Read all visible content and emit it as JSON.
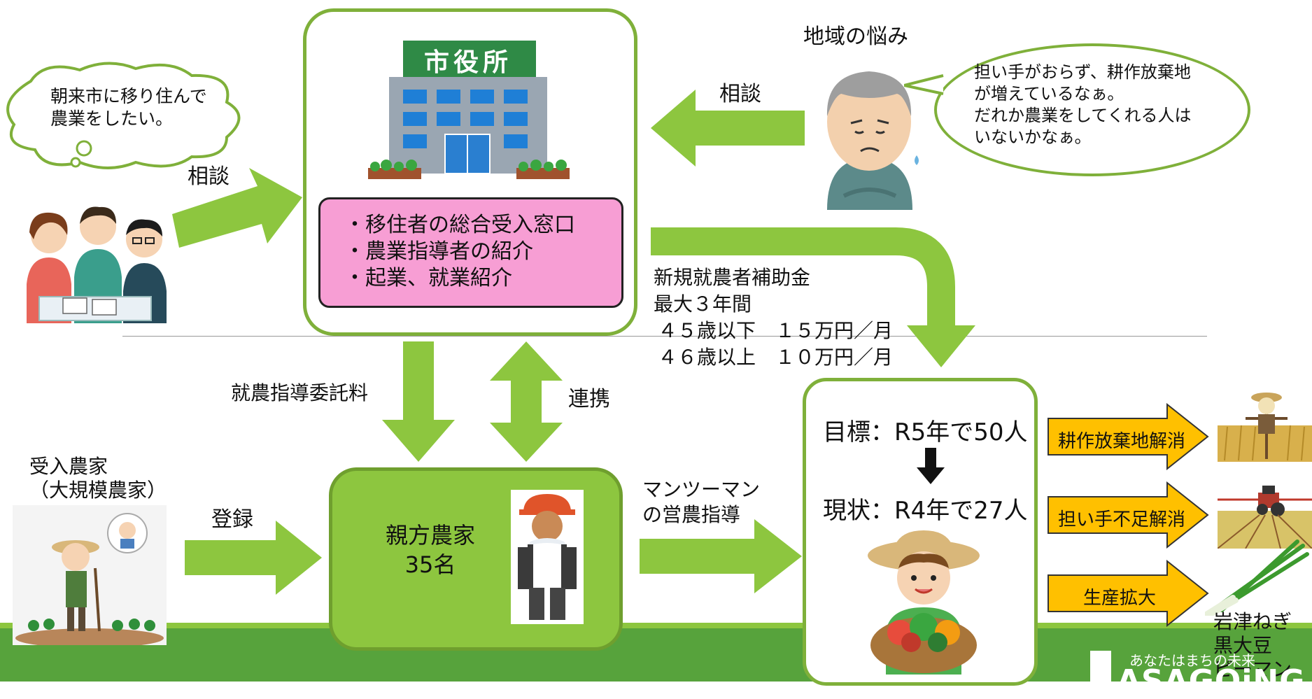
{
  "speech_newcomer": [
    "朝来市に移り住んで",
    "農業をしたい。"
  ],
  "consult_left": "相談",
  "city_office_sign": "市役所",
  "city_services": [
    "・移住者の総合受入窓口",
    "・農業指導者の紹介",
    "・起業、就業紹介"
  ],
  "regional_worry_title": "地域の悩み",
  "consult_right": "相談",
  "speech_elder": [
    "担い手がおらず、耕作放棄地",
    "が増えているなぁ。",
    "だれか農業をしてくれる人は",
    "いないかなぁ。"
  ],
  "subsidy": {
    "title": "新規就農者補助金",
    "period": "最大３年間",
    "row1": "４５歳以下　１５万円／月",
    "row2": "４６歳以上　１０万円／月"
  },
  "fee_label": "就農指導委託料",
  "cooperation_label": "連携",
  "host_farm_label": [
    "受入農家",
    "（大規模農家）"
  ],
  "register_label": "登録",
  "oyakata": [
    "親方農家",
    "35名"
  ],
  "mentoring_label": [
    "マンツーマン",
    "の営農指導"
  ],
  "target_text": "目標：R5年で50人",
  "current_text": "現状：R4年で27人",
  "outcomes": [
    "耕作放棄地解消",
    "担い手不足解消",
    "生産拡大"
  ],
  "products": [
    "岩津ねぎ",
    "黒大豆",
    "ピーマン"
  ],
  "footer_slogan": "あなたはまちの未来",
  "footer_logo": "ASAGOiNG",
  "colors": {
    "green": "#8dc63f",
    "dark_green": "#57a33c",
    "pink": "#f79ed4",
    "yellow": "#ffc000"
  },
  "icons": [
    "thought-bubble-icon",
    "consultation-people-icon",
    "city-hall-icon",
    "worried-elder-icon",
    "farmer-icon",
    "young-farmer-icon",
    "scarecrow-field-icon",
    "tractor-field-icon",
    "green-onion-icon"
  ]
}
